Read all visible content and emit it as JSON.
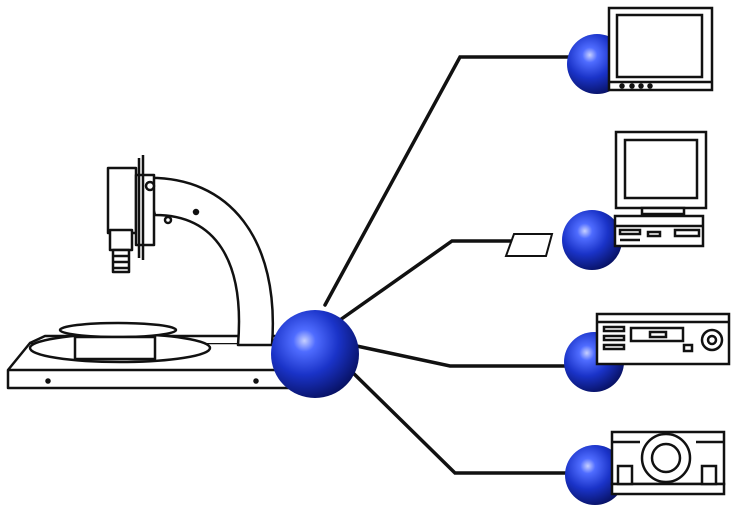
{
  "diagram": {
    "hub_device": "document-camera",
    "connected_devices": [
      {
        "name": "tv-monitor"
      },
      {
        "name": "computer-with-memory-card"
      },
      {
        "name": "vcr"
      },
      {
        "name": "projector"
      }
    ]
  },
  "colors": {
    "line": "#111111",
    "sphere_dark": "#0a1a8c",
    "sphere_mid": "#1f3fd6",
    "sphere_light": "#aeb9ff",
    "device_fill": "#ffffff",
    "device_stroke": "#111111"
  }
}
